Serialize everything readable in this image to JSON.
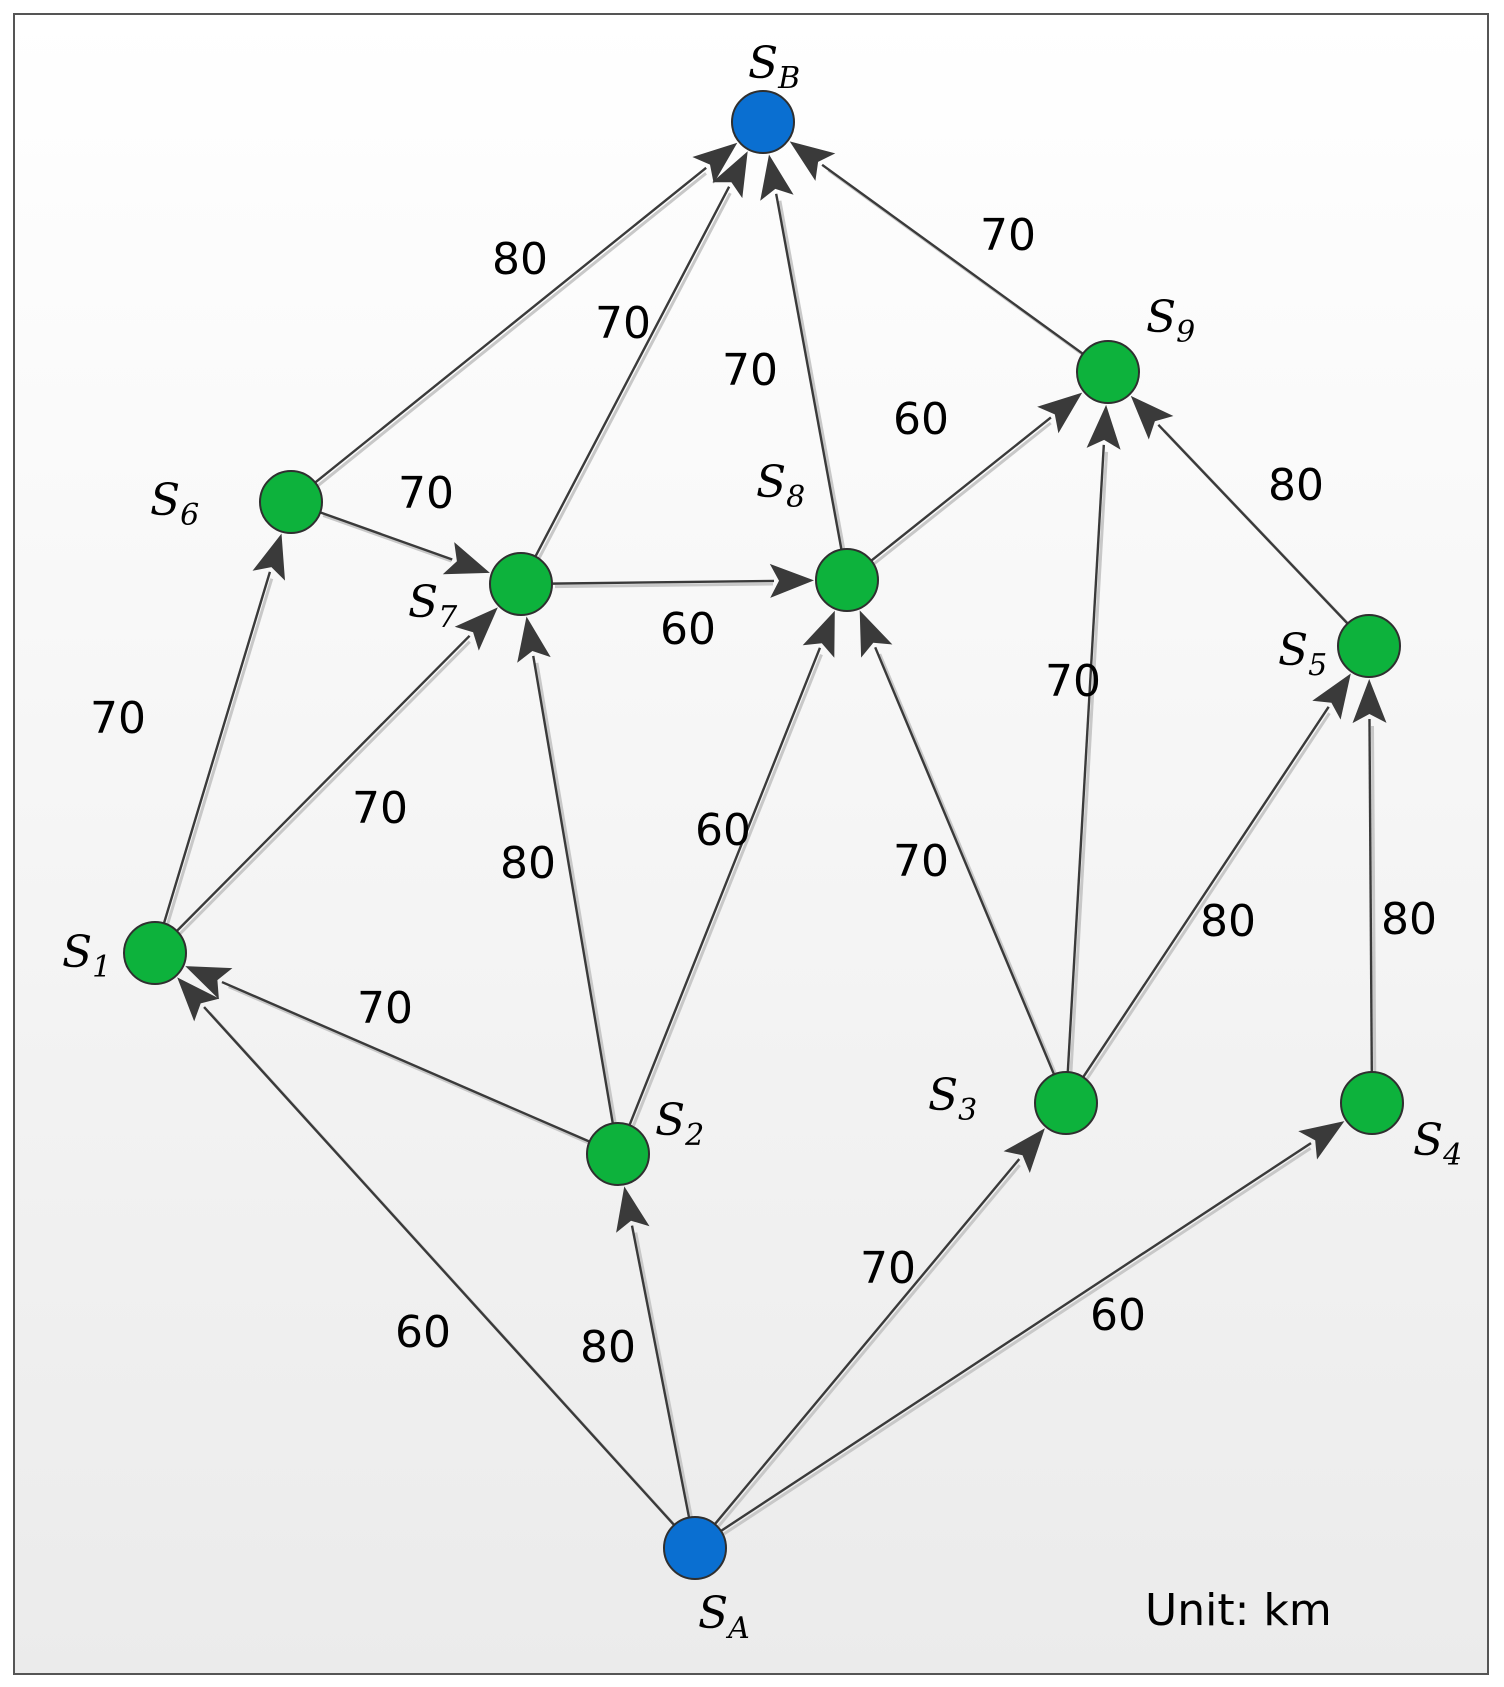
{
  "diagram": {
    "unit_text": "Unit: km",
    "colors": {
      "endpoint_fill": "#0a6fd1",
      "station_fill": "#0db23c",
      "edge": "#3a3a3a",
      "background_top": "#ffffff",
      "background_bottom": "#ebebeb",
      "frame": "#555555"
    },
    "nodes": [
      {
        "id": "SA",
        "main": "S",
        "sub": "A",
        "kind": "endpoint"
      },
      {
        "id": "SB",
        "main": "S",
        "sub": "B",
        "kind": "endpoint"
      },
      {
        "id": "S1",
        "main": "S",
        "sub": "1",
        "kind": "station"
      },
      {
        "id": "S2",
        "main": "S",
        "sub": "2",
        "kind": "station"
      },
      {
        "id": "S3",
        "main": "S",
        "sub": "3",
        "kind": "station"
      },
      {
        "id": "S4",
        "main": "S",
        "sub": "4",
        "kind": "station"
      },
      {
        "id": "S5",
        "main": "S",
        "sub": "5",
        "kind": "station"
      },
      {
        "id": "S6",
        "main": "S",
        "sub": "6",
        "kind": "station"
      },
      {
        "id": "S7",
        "main": "S",
        "sub": "7",
        "kind": "station"
      },
      {
        "id": "S8",
        "main": "S",
        "sub": "8",
        "kind": "station"
      },
      {
        "id": "S9",
        "main": "S",
        "sub": "9",
        "kind": "station"
      }
    ],
    "edges": [
      {
        "from": "SA",
        "to": "S1",
        "weight": "60"
      },
      {
        "from": "SA",
        "to": "S2",
        "weight": "80"
      },
      {
        "from": "SA",
        "to": "S3",
        "weight": "70"
      },
      {
        "from": "SA",
        "to": "S4",
        "weight": "60"
      },
      {
        "from": "S2",
        "to": "S1",
        "weight": "70"
      },
      {
        "from": "S1",
        "to": "S6",
        "weight": "70"
      },
      {
        "from": "S1",
        "to": "S7",
        "weight": "70"
      },
      {
        "from": "S2",
        "to": "S7",
        "weight": "80"
      },
      {
        "from": "S2",
        "to": "S8",
        "weight": "60"
      },
      {
        "from": "S3",
        "to": "S8",
        "weight": "70"
      },
      {
        "from": "S3",
        "to": "S9",
        "weight": "70"
      },
      {
        "from": "S3",
        "to": "S5",
        "weight": "80"
      },
      {
        "from": "S4",
        "to": "S5",
        "weight": "80"
      },
      {
        "from": "S5",
        "to": "S9",
        "weight": "80"
      },
      {
        "from": "S6",
        "to": "S7",
        "weight": "70"
      },
      {
        "from": "S7",
        "to": "S8",
        "weight": "60"
      },
      {
        "from": "S8",
        "to": "S9",
        "weight": "60"
      },
      {
        "from": "S6",
        "to": "SB",
        "weight": "80"
      },
      {
        "from": "S7",
        "to": "SB",
        "weight": "70"
      },
      {
        "from": "S8",
        "to": "SB",
        "weight": "70"
      },
      {
        "from": "S9",
        "to": "SB",
        "weight": "70"
      }
    ]
  }
}
